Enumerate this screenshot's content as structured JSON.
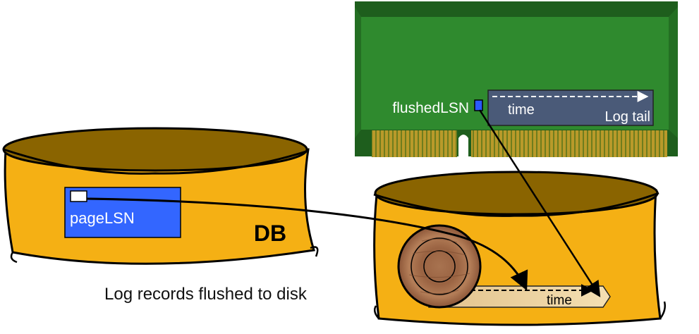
{
  "memory": {
    "flushed_lsn_label": "flushedLSN",
    "log_tail_time_label": "time",
    "log_tail_label": "Log tail"
  },
  "database": {
    "page_lsn_label": "pageLSN",
    "db_label": "DB"
  },
  "log_disk": {
    "time_label": "time",
    "caption": "Log records flushed to disk"
  },
  "colors": {
    "board_green": "#2f8a2e",
    "board_dark": "#1e5e1d",
    "contacts_gold": "#b99a2a",
    "log_tail_fill": "#4a5a78",
    "flushed_marker": "#2a59ff",
    "page_fill": "#3366ff",
    "disk_body": "#f5b014",
    "disk_top": "#8a6400"
  }
}
